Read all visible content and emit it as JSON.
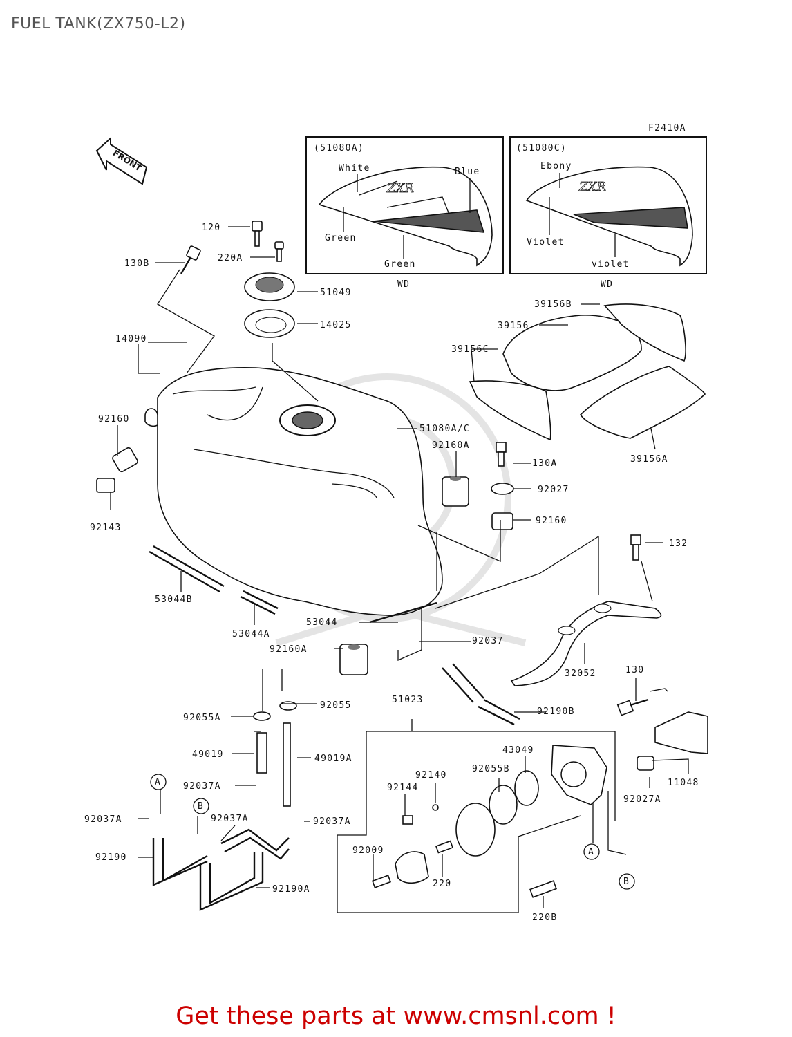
{
  "title": "FUEL TANK(ZX750-L2)",
  "figure_code": "F2410A",
  "front_label": "FRONT",
  "footer": {
    "text": "Get these parts at www.cmsnl.com !",
    "color": "#cc0000"
  },
  "insets": [
    {
      "code": "(51080A)",
      "colors": [
        "White",
        "Blue",
        "Green",
        "Green"
      ],
      "note": "WD"
    },
    {
      "code": "(51080C)",
      "colors": [
        "Ebony",
        "Violet",
        "violet"
      ],
      "note": "WD"
    }
  ],
  "callouts": {
    "c120": "120",
    "c130B": "130B",
    "c220A": "220A",
    "c51049": "51049",
    "c14025": "14025",
    "c14090": "14090",
    "c92160": "92160",
    "c92143": "92143",
    "c51080AC": "51080A/C",
    "c39156B": "39156B",
    "c39156": "39156",
    "c39156C": "39156C",
    "c39156A": "39156A",
    "c92160A": "92160A",
    "c130A": "130A",
    "c92027": "92027",
    "c92160b": "92160",
    "c132": "132",
    "c53044B": "53044B",
    "c53044A": "53044A",
    "c53044": "53044",
    "c92037": "92037",
    "c92160A2": "92160A",
    "c32052": "32052",
    "c130": "130",
    "c92055": "92055",
    "c92055A": "92055A",
    "c51023": "51023",
    "c92190B": "92190B",
    "c49019": "49019",
    "c49019A": "49019A",
    "c43049": "43049",
    "c92140": "92140",
    "c92055B": "92055B",
    "c92144": "92144",
    "c11048": "11048",
    "c92037A1": "92037A",
    "c92037A2": "92037A",
    "c92037A3": "92037A",
    "c92037A4": "92037A",
    "c92027A": "92027A",
    "c92190": "92190",
    "c92190A": "92190A",
    "c92009": "92009",
    "c220": "220",
    "c220B": "220B",
    "refA1": "A",
    "refB1": "B",
    "refA2": "A",
    "refB2": "B"
  }
}
